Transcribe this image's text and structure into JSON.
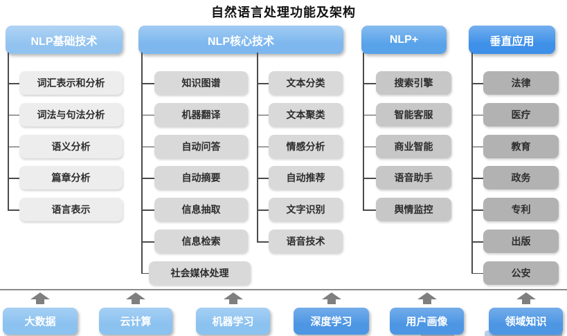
{
  "title": "自然语言处理功能及架构",
  "columns": [
    {
      "header": "NLP基础技术",
      "groups": [
        [
          "词汇表示和分析",
          "词法与句法分析",
          "语义分析",
          "篇章分析",
          "语言表示"
        ]
      ]
    },
    {
      "header": "NLP核心技术",
      "groups": [
        [
          "知识图谱",
          "机器翻译",
          "自动问答",
          "自动摘要",
          "信息抽取",
          "信息检索",
          "社会媒体处理"
        ],
        [
          "文本分类",
          "文本聚类",
          "情感分析",
          "自动推荐",
          "文字识别",
          "语音技术"
        ]
      ]
    },
    {
      "header": "NLP+",
      "groups": [
        [
          "搜索引擎",
          "智能客服",
          "商业智能",
          "语音助手",
          "舆情监控"
        ]
      ]
    },
    {
      "header": "垂直应用",
      "groups": [
        [
          "法律",
          "医疗",
          "教育",
          "政务",
          "专利",
          "出版",
          "公安"
        ]
      ]
    }
  ],
  "foundation": [
    "大数据",
    "云计算",
    "机器学习",
    "深度学习",
    "用户画像",
    "领域知识"
  ],
  "colors": {
    "header_blues": [
      "#92c3f0",
      "#7db7ee",
      "#58a2ea",
      "#3e90e8"
    ],
    "item_grays": [
      "#ededed",
      "#d9d9d9",
      "#c7c7c7",
      "#b2b2b2"
    ],
    "foundation_blues": [
      "#8cc2f0",
      "#4d96e4"
    ],
    "connector": "#4a4a4a",
    "divider": "#8a8a8a",
    "arrow": "#7f7f7f",
    "watermark": "#7ea6d6"
  }
}
